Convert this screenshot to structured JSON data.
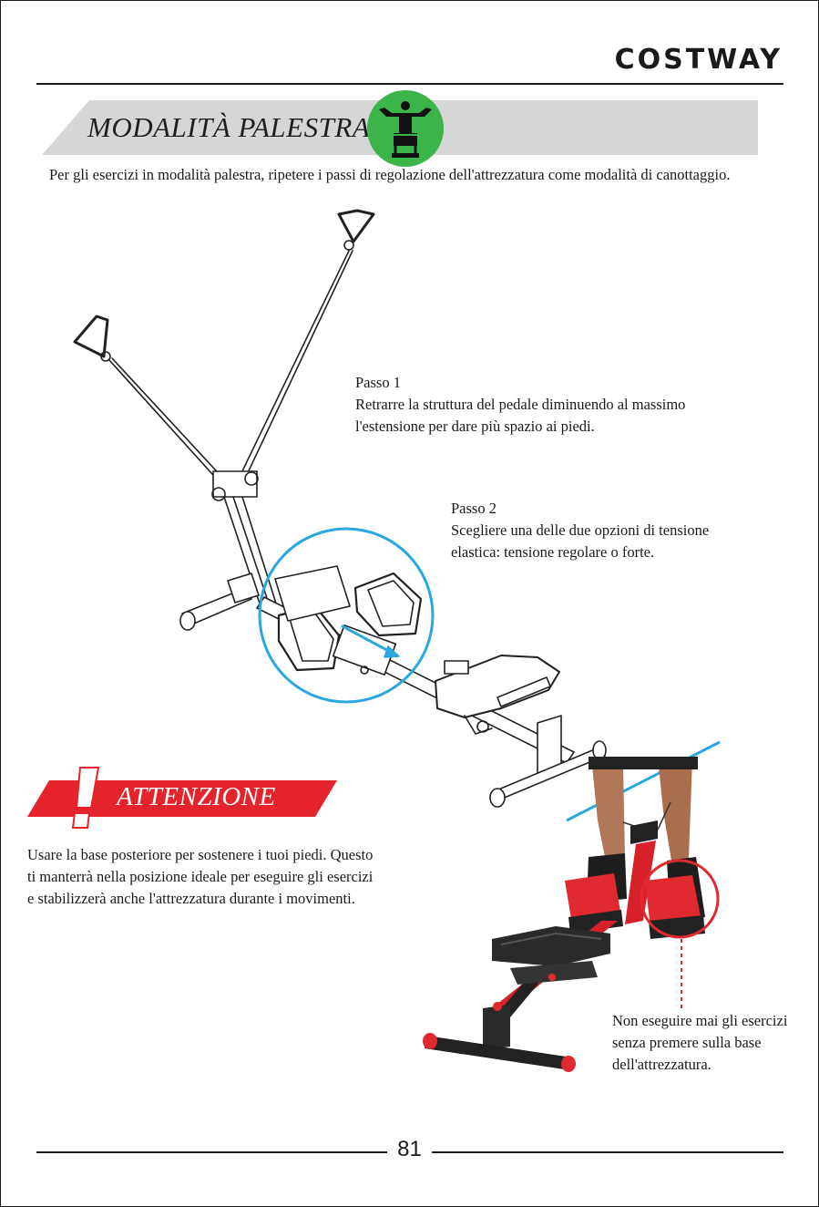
{
  "header": {
    "brand": "COSTWAY"
  },
  "section": {
    "title": "MODALITÀ PALESTRA",
    "icon": "gym-person-icon",
    "icon_color": "#3bb44a"
  },
  "intro": "Per gli esercizi in modalità palestra, ripetere i passi di regolazione dell'attrezzatura come modalità di canottaggio.",
  "steps": [
    {
      "label": "Passo 1",
      "text": "Retrarre la struttura del pedale diminuendo al massimo l'estensione per dare più spazio ai piedi."
    },
    {
      "label": "Passo 2",
      "text": "Scegliere una delle due opzioni di tensione elastica: tensione regolare o forte."
    }
  ],
  "warning": {
    "title": "ATTENZIONE",
    "color": "#e5232b",
    "text": "Usare la base posteriore per sostenere i tuoi piedi. Questo ti manterrà nella posizione ideale per eseguire gli esercizi e stabilizzerà anche l'attrezzatura durante i movimenti."
  },
  "photo": {
    "note": "Non eseguire mai gli esercizi senza premere sulla base dell'attrezzatura.",
    "highlight_color": "#e5232b",
    "guide_color": "#2aa6e0"
  },
  "footer": {
    "page_number": "81"
  }
}
